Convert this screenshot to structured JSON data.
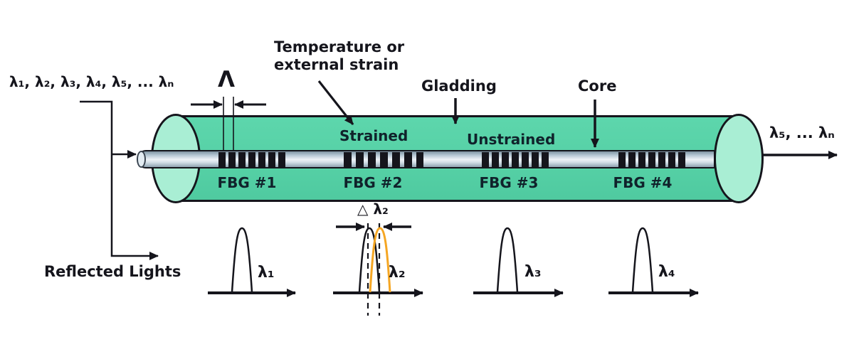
{
  "input": {
    "wavelengths": "λ₁, λ₂, λ₃, λ₄, λ₅, ... λₙ"
  },
  "output": {
    "wavelengths": "λ₅, ... λₙ"
  },
  "fiber": {
    "cladding_label": "Gladding",
    "core_label": "Core",
    "strained_label": "Strained",
    "unstrained_label": "Unstrained",
    "grating_period_symbol": "Λ",
    "fbg_labels": [
      "FBG #1",
      "FBG #2",
      "FBG #3",
      "FBG #4"
    ]
  },
  "annotations": {
    "temperature_line1": "Temperature or",
    "temperature_line2": "external strain",
    "reflected_lights": "Reflected Lights",
    "wavelength_shift": "△ λ₂"
  },
  "spectra": {
    "peaks": [
      {
        "label": "λ₁",
        "shifted": false
      },
      {
        "label": "λ₂",
        "shifted": true,
        "shift_color": "#F5A623"
      },
      {
        "label": "λ₃",
        "shifted": false
      },
      {
        "label": "λ₄",
        "shifted": false
      }
    ]
  },
  "colors": {
    "fiber_body": "#55D0A5",
    "fiber_end_cap": "#A9EED4",
    "core_highlight": "#EEF3F7",
    "outline": "#15151C",
    "shifted_peak": "#F5A623"
  }
}
